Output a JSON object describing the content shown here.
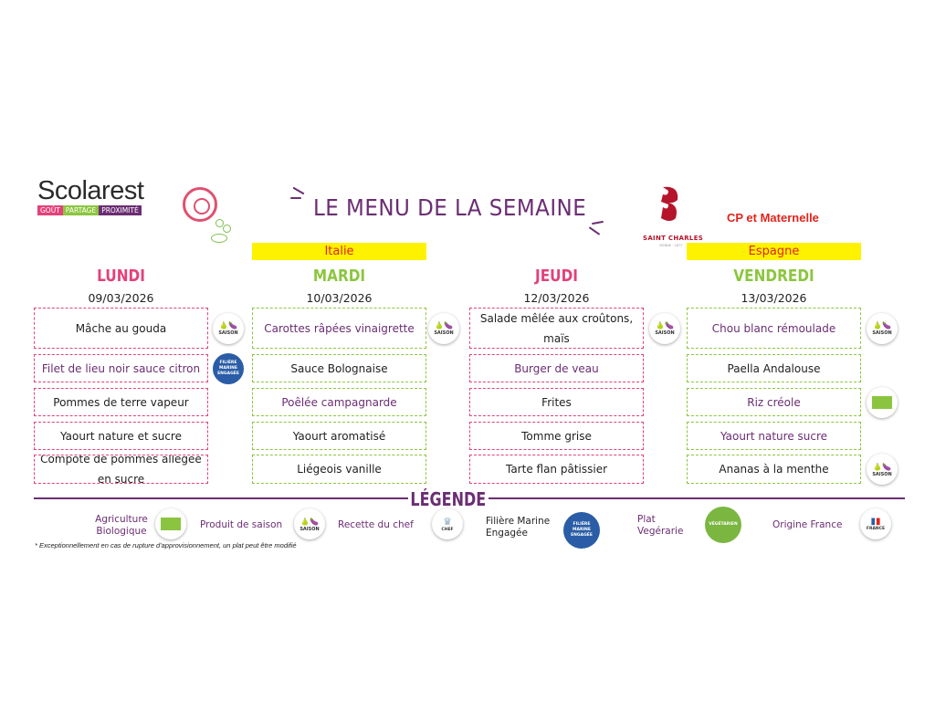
{
  "header": {
    "brand": "Scolarest",
    "tagline": [
      "GOÛT",
      "PARTAGE",
      "PROXIMITÉ"
    ],
    "title": "LE MENU DE LA SEMAINE",
    "school_name": "SAINT CHARLES",
    "school_sub": "VIENNE · 1877",
    "level": "CP et Maternelle"
  },
  "colors": {
    "purple": "#6b2d73",
    "pink": "#e3417a",
    "green": "#8cc63f",
    "red": "#e2231a",
    "yellow": "#fff200"
  },
  "days": [
    {
      "name": "LUNDI",
      "date": "09/03/2026",
      "theme": null,
      "color": "#e3417a",
      "items": [
        {
          "label": "Mâche au gouda",
          "purple": false,
          "badge": "saison"
        },
        {
          "label": "Filet de lieu noir sauce citron",
          "purple": true,
          "badge": "marine"
        },
        {
          "label": "Pommes de terre vapeur",
          "purple": false,
          "badge": null
        },
        {
          "label": "Yaourt nature et sucre",
          "purple": false,
          "badge": null
        },
        {
          "label": "Compote de pommes allégée en sucre",
          "purple": false,
          "badge": null
        }
      ]
    },
    {
      "name": "MARDI",
      "date": "10/03/2026",
      "theme": "Italie",
      "color": "#8cc63f",
      "items": [
        {
          "label": "Carottes râpées vinaigrette",
          "purple": true,
          "badge": "saison"
        },
        {
          "label": "Sauce Bolognaise",
          "purple": false,
          "badge": null
        },
        {
          "label": "Poêlée  campagnarde",
          "purple": true,
          "badge": null
        },
        {
          "label": "Yaourt aromatisé",
          "purple": false,
          "badge": null
        },
        {
          "label": "Liégeois vanille",
          "purple": false,
          "badge": null
        }
      ]
    },
    {
      "name": "JEUDI",
      "date": "12/03/2026",
      "theme": null,
      "color": "#e3417a",
      "items": [
        {
          "label": "Salade mêlée aux croûtons, maïs",
          "purple": false,
          "badge": "saison"
        },
        {
          "label": "Burger de veau",
          "purple": true,
          "badge": null
        },
        {
          "label": "Frites",
          "purple": false,
          "badge": null
        },
        {
          "label": "Tomme grise",
          "purple": false,
          "badge": null
        },
        {
          "label": "Tarte flan pâtissier",
          "purple": false,
          "badge": null
        }
      ]
    },
    {
      "name": "VENDREDI",
      "date": "13/03/2026",
      "theme": "Espagne",
      "color": "#8cc63f",
      "items": [
        {
          "label": "Chou blanc rémoulade",
          "purple": true,
          "badge": "saison"
        },
        {
          "label": "Paella Andalouse",
          "purple": false,
          "badge": null
        },
        {
          "label": "Riz créole",
          "purple": true,
          "badge": "bio"
        },
        {
          "label": "Yaourt nature sucre",
          "purple": true,
          "badge": null
        },
        {
          "label": "Ananas à la menthe",
          "purple": false,
          "badge": "saison"
        }
      ]
    }
  ],
  "badge_text": {
    "saison": "SAISON",
    "marine": "FILIÈRE MARINE ENGAGÉE",
    "chef": "CHEF",
    "veg": "VÉGÉTARIEN",
    "france": "FRANCE"
  },
  "legend": {
    "title": "LÉGENDE",
    "items": [
      {
        "label": "Agriculture Biologique",
        "icon": "bio"
      },
      {
        "label": "Produit de saison",
        "icon": "saison"
      },
      {
        "label": "Recette du chef",
        "icon": "chef"
      },
      {
        "label": "Filière Marine Engagée",
        "icon": "marine"
      },
      {
        "label": "Plat Vegérarie",
        "icon": "veg"
      },
      {
        "label": "Origine France",
        "icon": "france"
      }
    ]
  },
  "note": "* Exceptionnellement en cas de rupture d'approvisionnement, un plat peut être modifié"
}
